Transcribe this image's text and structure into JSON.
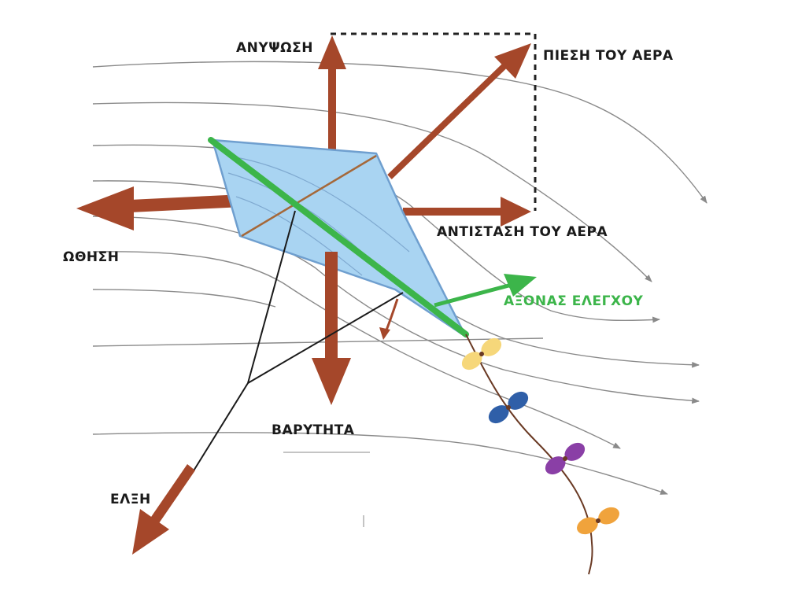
{
  "diagram": {
    "labels": {
      "lift": "ΑΝΥΨΩΣΗ",
      "air_pressure": "ΠΙΕΣΗ ΤΟΥ ΑΕΡΑ",
      "air_resistance": "ΑΝΤΙΣΤΑΣΗ ΤΟΥ ΑΕΡΑ",
      "thrust": "ΩΘΗΣΗ",
      "control_axis": "ΑΞΟΝΑΣ ΕΛΕΓΧΟΥ",
      "gravity": "ΒΑΡΥΤΗΤΑ",
      "traction": "ΕΛΞΗ"
    },
    "colors": {
      "force_arrow": "#a5472a",
      "control_axis": "#3cb54a",
      "kite_fill": "#a9d4f2",
      "kite_edge": "#6f9fcf",
      "airflow": "#8a8a8a",
      "string": "#1a1a1a",
      "bow_yellow": "#f6d77a",
      "bow_blue": "#2f5fa8",
      "bow_purple": "#8a3fa6",
      "bow_orange": "#f0a33c"
    }
  }
}
